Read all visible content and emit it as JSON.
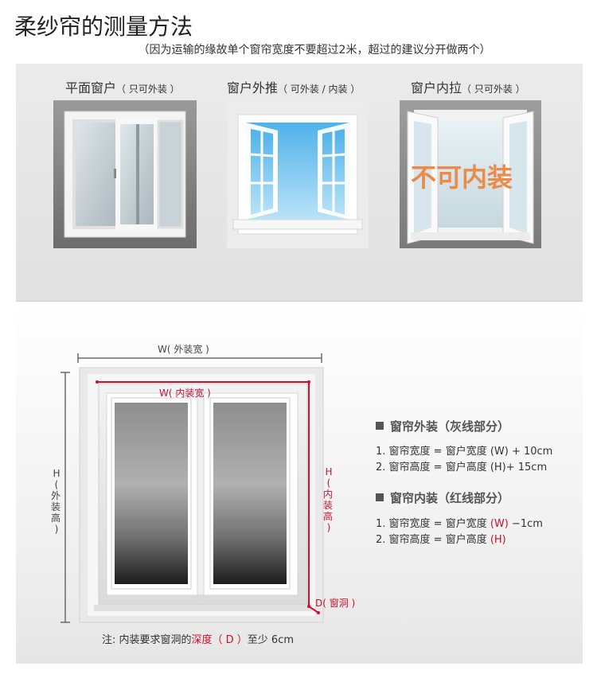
{
  "header": {
    "title": "柔纱帘的测量方法",
    "subtitle": "（因为运输的缘故单个窗帘宽度不要超过2米，超过的建议分开做两个）"
  },
  "window_types": [
    {
      "name": "平面窗户",
      "note": "（ 只可外装 ）"
    },
    {
      "name": "窗户外推",
      "note": "（ 可外装 / 内装 ）"
    },
    {
      "name": "窗户内拉",
      "note": "（ 只可外装 ）",
      "overlay": "不可内装"
    }
  ],
  "diagram": {
    "w_outer": "W( 外装宽 )",
    "w_inner": "W( 内装宽 )",
    "h_outer_h": "H",
    "h_outer_paren": "(",
    "h_outer_text": "外装高",
    "h_outer_paren_close": ")",
    "h_inner_h": "H",
    "h_inner_paren": "(",
    "h_inner_text": "内装高",
    "h_inner_paren_close": ")",
    "depth": "D( 窗洞 )",
    "colors": {
      "gray_line": "#6b6b6b",
      "red_line": "#d0102a"
    }
  },
  "legend": {
    "outer": {
      "heading": "窗帘外装（灰线部分）",
      "line1": "1. 窗帘宽度 = 窗户宽度 (W) + 10cm",
      "line2": "2. 窗帘高度 = 窗户高度 (H)+ 15cm"
    },
    "inner": {
      "heading": "窗帘内装（红线部分）",
      "line1_a": "1. 窗帘宽度 = 窗户宽度 ",
      "line1_w": "(W)",
      "line1_b": " −1cm",
      "line2_a": "2. 窗帘高度 = 窗户高度 ",
      "line2_h": "(H)"
    }
  },
  "note": {
    "prefix": "注:  内装要求窗洞的",
    "depth_word": "深度（ D ）",
    "suffix": "至少 6cm"
  }
}
